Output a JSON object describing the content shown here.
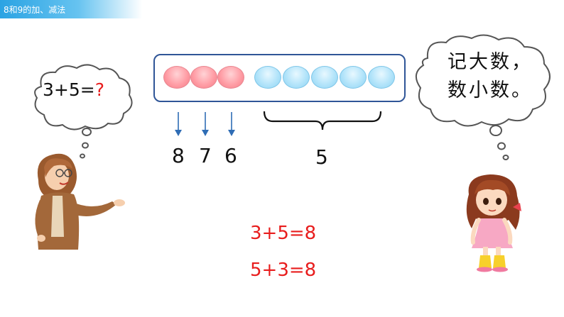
{
  "header": {
    "title": "8和9的加、减法"
  },
  "beads": {
    "pink_count": 3,
    "blue_count": 5
  },
  "labels": {
    "n1": "8",
    "n2": "7",
    "n3": "6",
    "group": "5"
  },
  "left_bubble": {
    "expr": "3+5=",
    "question": "?"
  },
  "right_bubble": {
    "line1": "记大数，",
    "line2": "数小数。"
  },
  "equations": {
    "eq1": "3+5=8",
    "eq2": "5+3=8"
  },
  "colors": {
    "accent": "#2ba3e3",
    "red": "#e81d1d",
    "box_border": "#2f5597",
    "pink_bead": "#ff9ea6",
    "blue_bead": "#b3e4fa"
  }
}
